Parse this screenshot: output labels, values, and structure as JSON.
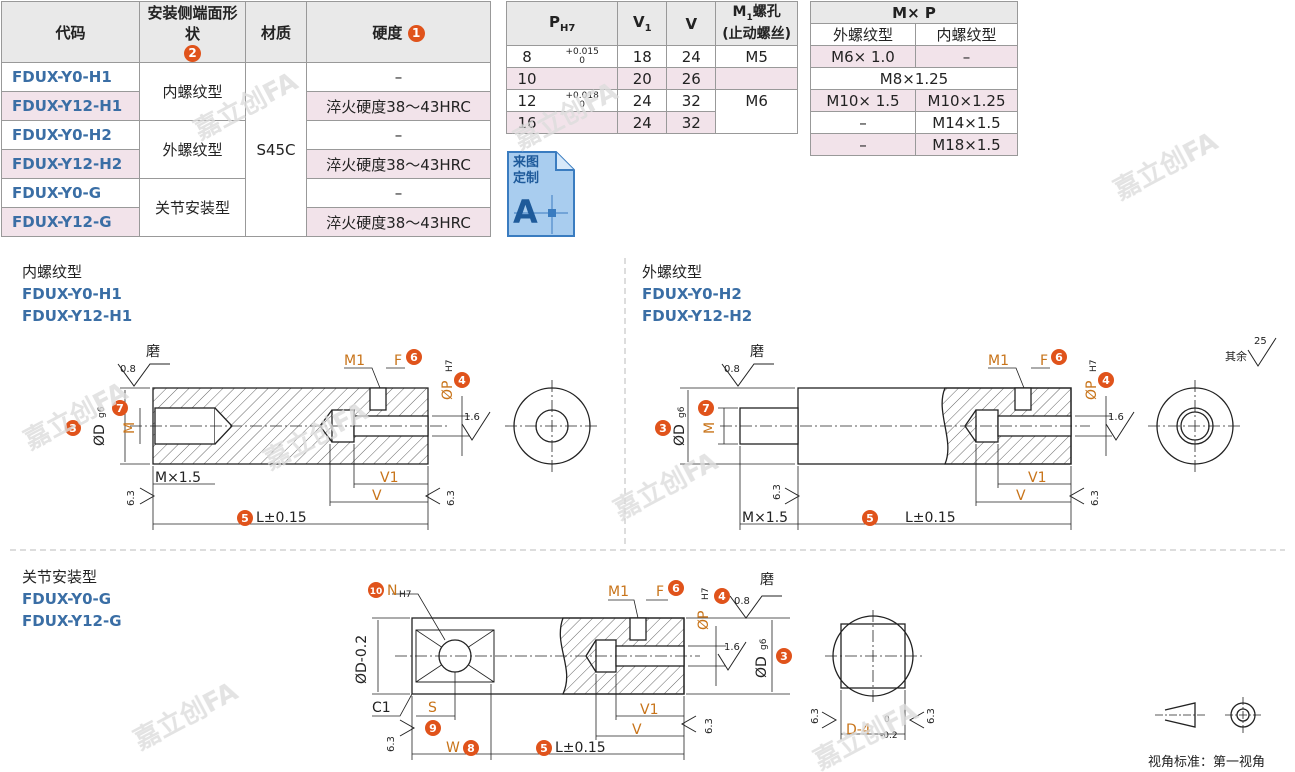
{
  "table1": {
    "headers": {
      "code": "代码",
      "shape": "安装侧端面形状",
      "shape_badge": "2",
      "material": "材质",
      "hardness": "硬度",
      "hardness_badge": "1"
    },
    "material": "S45C",
    "groups": [
      "内螺纹型",
      "外螺纹型",
      "关节安装型"
    ],
    "rows": [
      {
        "code": "FDUX-Y0-H1",
        "hardness": "–"
      },
      {
        "code": "FDUX-Y12-H1",
        "hardness": "淬火硬度38～43HRC"
      },
      {
        "code": "FDUX-Y0-H2",
        "hardness": "–"
      },
      {
        "code": "FDUX-Y12-H2",
        "hardness": "淬火硬度38～43HRC"
      },
      {
        "code": "FDUX-Y0-G",
        "hardness": "–"
      },
      {
        "code": "FDUX-Y12-G",
        "hardness": "淬火硬度38～43HRC"
      }
    ]
  },
  "table2": {
    "headers": {
      "p": "P",
      "p_sub": "H7",
      "v1": "V",
      "v1_sub": "1",
      "v": "V",
      "m1": "M",
      "m1_sub": "1",
      "m1_rest": "螺孔",
      "m1_line2": "(止动螺丝)"
    },
    "tol1_upper": "+0.015",
    "tol1_lower": "0",
    "tol2_upper": "+0.018",
    "tol2_lower": "0",
    "rows": [
      {
        "p": "8",
        "v1": "18",
        "v": "24",
        "m1": "M5"
      },
      {
        "p": "10",
        "v1": "20",
        "v": "26",
        "m1": ""
      },
      {
        "p": "12",
        "v1": "24",
        "v": "32",
        "m1": "M6"
      },
      {
        "p": "16",
        "v1": "24",
        "v": "32",
        "m1": ""
      }
    ]
  },
  "table3": {
    "header": "M× P",
    "sub_headers": [
      "外螺纹型",
      "内螺纹型"
    ],
    "rows": [
      [
        "M6× 1.0",
        "–"
      ],
      [
        "M8×1.25"
      ],
      [
        "M10× 1.5",
        "M10×1.25"
      ],
      [
        "–",
        "M14×1.5"
      ],
      [
        "–",
        "M18×1.5"
      ]
    ]
  },
  "custom_badge": {
    "line1": "来图",
    "line2": "定制",
    "letter": "A"
  },
  "watermark": "嘉立创FA",
  "sections": {
    "inner": {
      "title": "内螺纹型",
      "codes": [
        "FDUX-Y0-H1",
        "FDUX-Y12-H1"
      ]
    },
    "outer": {
      "title": "外螺纹型",
      "codes": [
        "FDUX-Y0-H2",
        "FDUX-Y12-H2"
      ]
    },
    "joint": {
      "title": "关节安装型",
      "codes": [
        "FDUX-Y0-G",
        "FDUX-Y12-G"
      ]
    }
  },
  "labels": {
    "grind": "磨",
    "r08": "0.8",
    "r16": "1.6",
    "r63": "6.3",
    "r25": "25",
    "others": "其余",
    "m1": "M1",
    "f": "F",
    "p": "ØP",
    "p_sub": "H7",
    "d": "ØD",
    "d_sub": "g6",
    "m": "M",
    "mx15": "M×1.5",
    "v1": "V1",
    "v": "V",
    "l": "L±0.15",
    "n": "N",
    "n_sub": "H7",
    "d_tol": "ØD-0.2",
    "c1": "C1",
    "s": "S",
    "w": "W",
    "d4": "D-4",
    "d4_tol_u": "0",
    "d4_tol_l": "-0.2",
    "view": "视角标准：第一视角",
    "b1": "1",
    "b2": "2",
    "b3": "3",
    "b4": "4",
    "b5": "5",
    "b6": "6",
    "b7": "7",
    "b8": "8",
    "b9": "9",
    "b10": "10"
  },
  "colors": {
    "accent": "#e0531b",
    "code": "#3a6ea5",
    "dim": "#c8741a",
    "pink": "#f2e3ea"
  }
}
